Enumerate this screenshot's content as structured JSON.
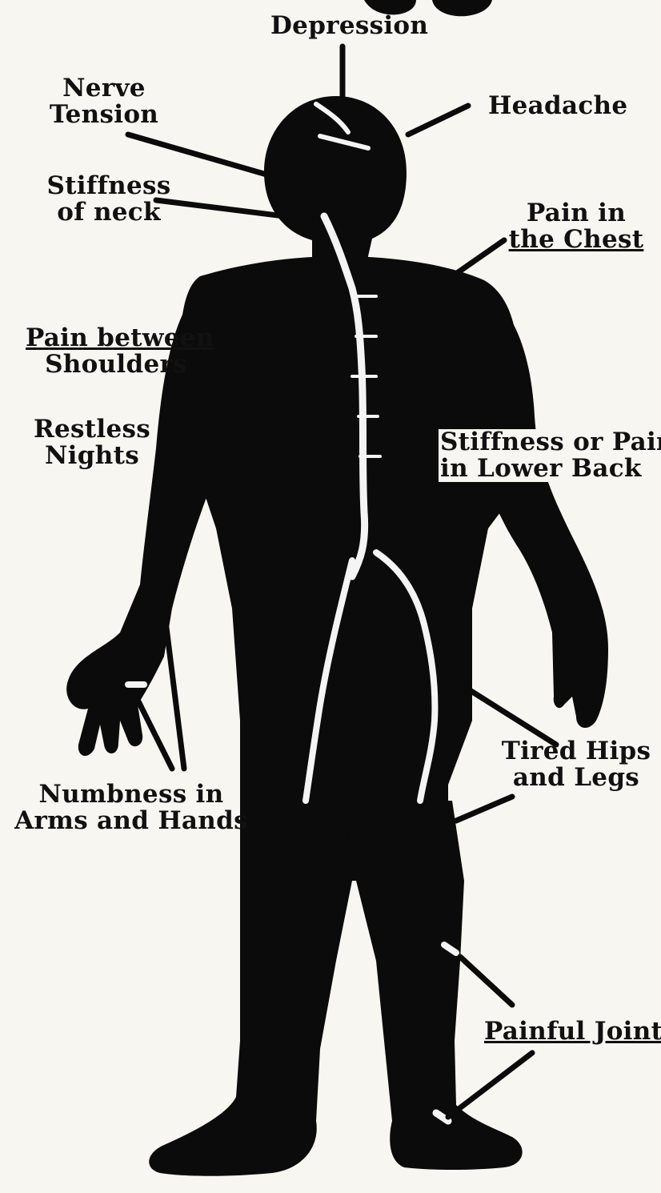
{
  "colors": {
    "paper": "#f7f6f1",
    "ink": "#0b0b0b",
    "nerve": "#f4f4f4"
  },
  "labels": {
    "depression": "Depression",
    "nerve_tension": [
      "Nerve",
      "Tension"
    ],
    "headache": "Headache",
    "stiffness_neck": [
      "Stiffness",
      "of neck"
    ],
    "pain_chest": [
      "Pain in",
      "the Chest"
    ],
    "pain_shoulders": [
      "Pain between",
      "Shoulders"
    ],
    "restless_nights": [
      "Restless",
      "Nights"
    ],
    "lower_back": [
      "Stiffness or Pain",
      "in Lower Back"
    ],
    "tired_hips": [
      "Tired Hips",
      "and Legs"
    ],
    "numbness": [
      "Numbness in",
      "Arms and Hands"
    ],
    "painful_joints": "Painful Joints"
  }
}
